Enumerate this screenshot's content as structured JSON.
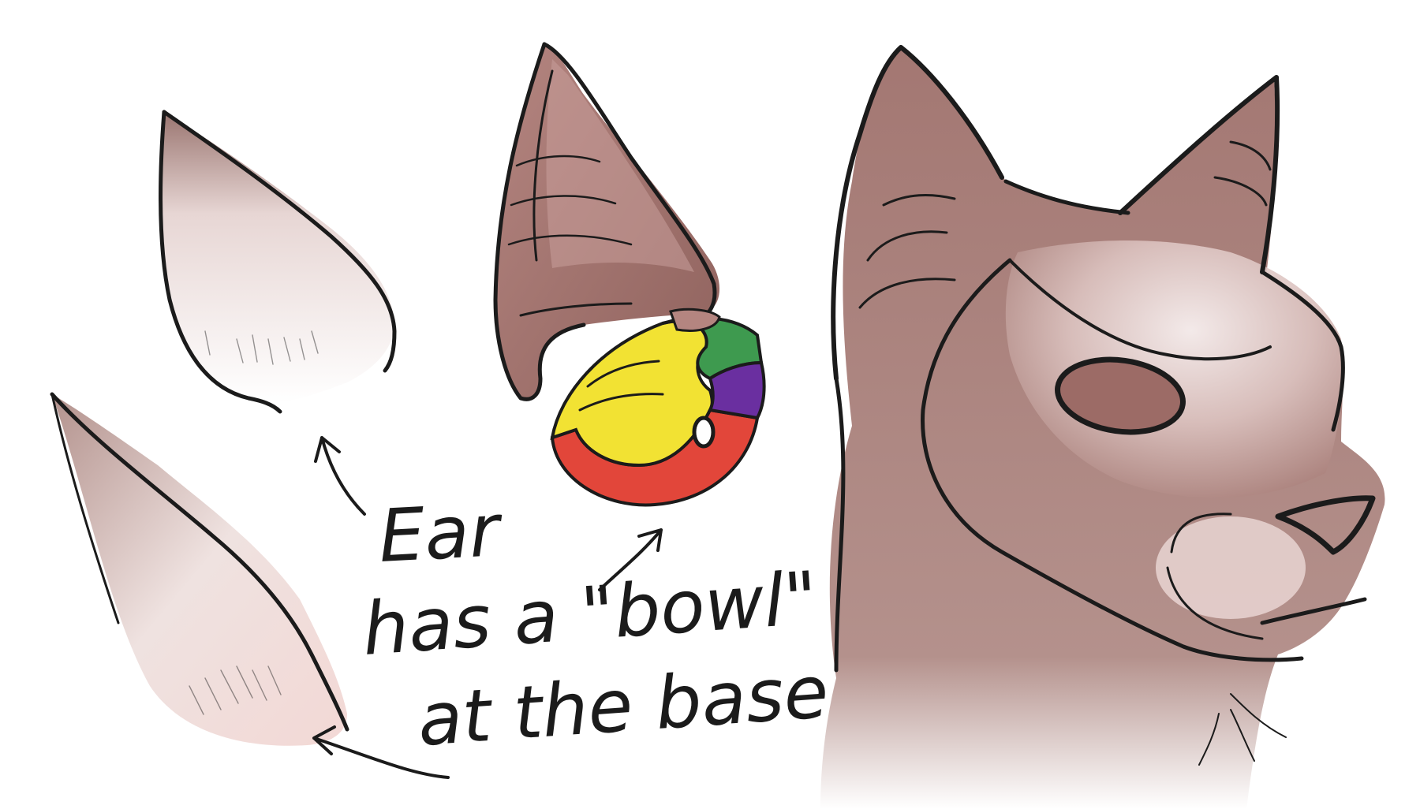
{
  "annotation": {
    "line1": "Ear",
    "line2": "has a \"bowl\"",
    "line3": "at the base"
  },
  "colors": {
    "skin_base": "#b98e88",
    "skin_dark": "#8a5f5a",
    "skin_light": "#f4e9e8",
    "inner_ear_light": "#f6f1f1",
    "ink": "#1b1b1b",
    "bowl_yellow": "#f2e233",
    "bowl_green": "#3e9a4f",
    "bowl_purple": "#6a2fa0",
    "bowl_red": "#e2463a"
  },
  "icons": [
    "ear-sketch-icon",
    "cat-head-sketch-icon",
    "arrow-icon"
  ]
}
